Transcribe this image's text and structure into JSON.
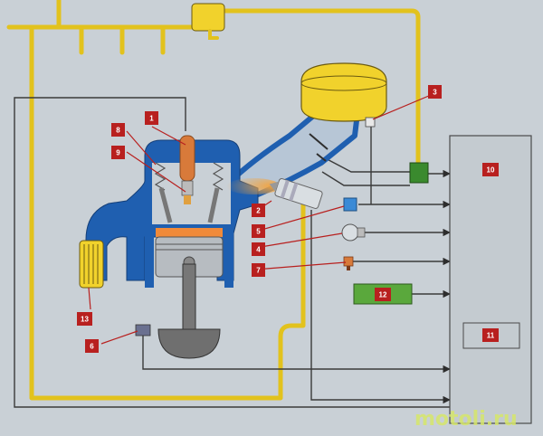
{
  "callouts": {
    "c1": "1",
    "c2": "2",
    "c3": "3",
    "c4": "4",
    "c5": "5",
    "c6": "6",
    "c7": "7",
    "c8": "8",
    "c9": "9",
    "c10": "10",
    "c11": "11",
    "c12": "12",
    "c13": "13"
  },
  "watermark": "motoli.ru",
  "colors": {
    "background": "#c9d0d6",
    "fuel_line": "#e2c21d",
    "wire": "#3a3a3a",
    "engine_blue": "#1f5fb0",
    "marker_red": "#b8201f",
    "ecu_panel": "#c4cbd0",
    "sensor_green": "#3a8a2e",
    "module_green": "#5aa83c"
  }
}
